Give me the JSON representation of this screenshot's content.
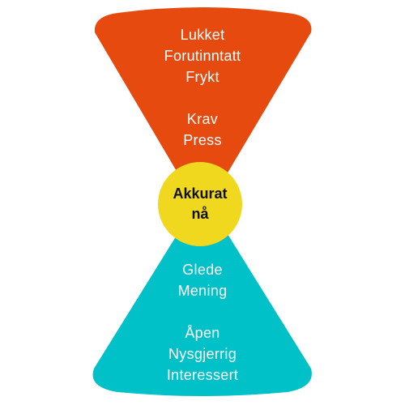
{
  "colors": {
    "top_funnel": "#E64A0F",
    "bottom_funnel": "#00C0C8",
    "center_circle": "#F0D81E",
    "funnel_text": "#FFFFFF",
    "center_text": "#111111"
  },
  "top": {
    "group1": [
      "Lukket",
      "Forutinntatt",
      "Frykt"
    ],
    "group2": [
      "Krav",
      "Press"
    ]
  },
  "center": {
    "line1": "Akkurat",
    "line2": "nå"
  },
  "bottom": {
    "group1": [
      "Glede",
      "Mening"
    ],
    "group2": [
      "Åpen",
      "Nysgjerrig",
      "Interessert"
    ]
  }
}
